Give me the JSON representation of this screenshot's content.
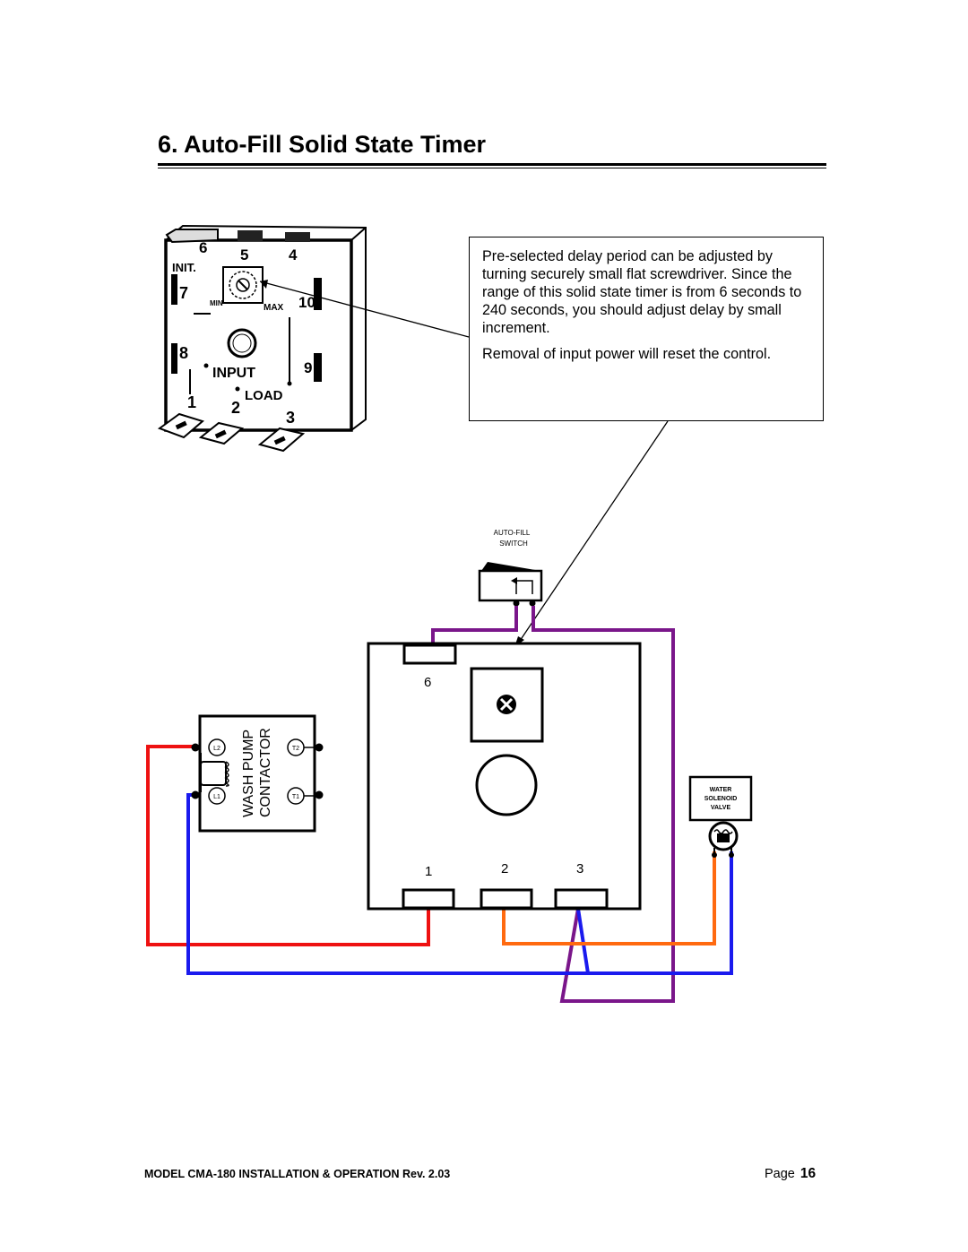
{
  "header": {
    "title": "6. Auto-Fill Solid State Timer"
  },
  "note": {
    "paragraph1": "Pre-selected delay period can be adjusted by turning securely small flat screwdriver. Since the range of this solid state timer is from 6 seconds to 240 seconds, you should adjust delay by small increment.",
    "paragraph2": "Removal of input power will reset the control."
  },
  "timer_photo": {
    "terminals": [
      "6",
      "5",
      "4",
      "7",
      "10",
      "8",
      "9",
      "1",
      "2",
      "3"
    ],
    "init_label": "INIT.",
    "min_label": "MIN",
    "max_label": "MAX",
    "input_label": "INPUT",
    "load_label": "LOAD"
  },
  "wiring": {
    "switch_label_line1": "AUTO-FILL",
    "switch_label_line2": "SWITCH",
    "timer_terminal_top": "6",
    "timer_terminals_bottom": [
      "1",
      "2",
      "3"
    ],
    "contactor_line1": "WASH PUMP",
    "contactor_line2": "CONTACTOR",
    "contactor_terminals": [
      "L2",
      "L1",
      "T2",
      "T1"
    ],
    "valve_line1": "WATER",
    "valve_line2": "SOLENOID",
    "valve_line3": "VALVE",
    "wire_colors": {
      "red": "#ee1111",
      "blue": "#1a1aee",
      "orange": "#ff6a10",
      "purple": "#7a168a"
    }
  },
  "footer": {
    "model": "MODEL CMA-180 INSTALLATION & OPERATION Rev. 2.03",
    "page_label": "Page",
    "page_number": "16"
  }
}
